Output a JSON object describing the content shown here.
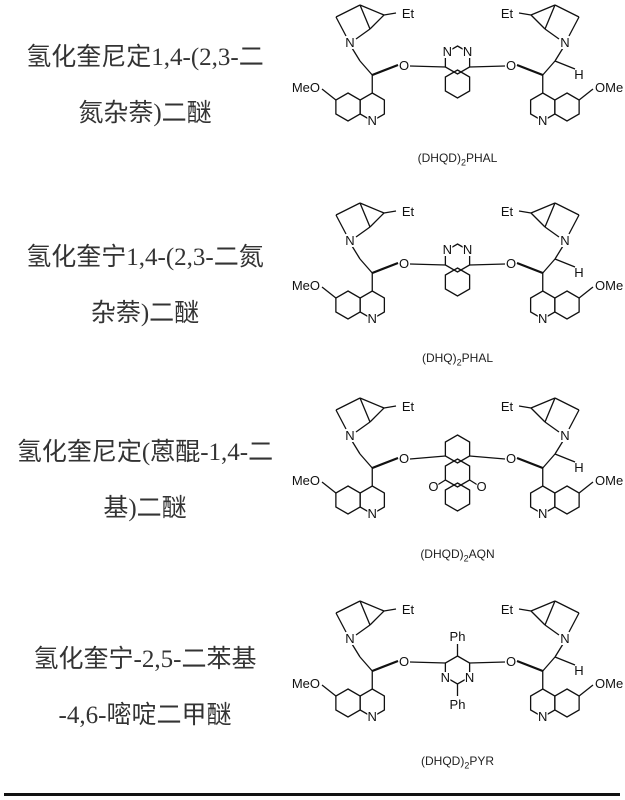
{
  "rows": [
    {
      "name_lines": [
        "氢化奎尼定1,4-(2,3-二",
        "氮杂萘)二醚"
      ],
      "caption_prefix": "(DHQD)",
      "caption_sub": "2",
      "caption_suffix": "PHAL",
      "core": "phthalazine"
    },
    {
      "name_lines": [
        "氢化奎宁1,4-(2,3-二氮",
        "杂萘)二醚"
      ],
      "caption_prefix": "(DHQ)",
      "caption_sub": "2",
      "caption_suffix": "PHAL",
      "core": "phthalazine"
    },
    {
      "name_lines": [
        "氢化奎尼定(蒽醌-1,4-二",
        "基)二醚"
      ],
      "caption_prefix": "(DHQD)",
      "caption_sub": "2",
      "caption_suffix": "AQN",
      "core": "anthraquinone"
    },
    {
      "name_lines": [
        "氢化奎宁-2,5-二苯基",
        "-4,6-嘧啶二甲醚"
      ],
      "caption_prefix": "(DHQD)",
      "caption_sub": "2",
      "caption_suffix": "PYR",
      "core": "pyrimidine"
    }
  ],
  "atom_labels": {
    "meo": "MeO",
    "ome": "OMe",
    "et": "Et",
    "n": "N",
    "o": "O",
    "h": "H",
    "ph": "Ph"
  }
}
